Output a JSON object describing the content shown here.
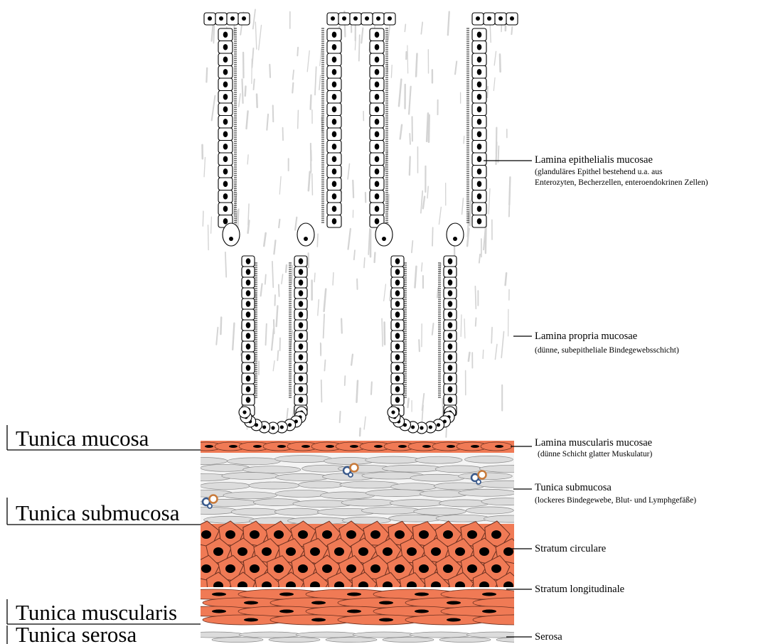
{
  "layers": {
    "mucosa": "Tunica mucosa",
    "submucosa": "Tunica submucosa",
    "muscularis": "Tunica muscularis",
    "serosa": "Tunica serosa"
  },
  "labels": {
    "lamina_epithelialis": {
      "title": "Lamina epithelialis mucosae",
      "desc_line1": "(glanduläres Epithel bestehend u.a. aus",
      "desc_line2": "Enterozyten, Becherzellen, enteroendokrinen Zellen)"
    },
    "lamina_propria": {
      "title": "Lamina propria mucosae",
      "desc": "(dünne, subepitheliale Bindegewebsschicht)"
    },
    "lamina_muscularis": {
      "title": "Lamina muscularis mucosae",
      "desc": "(dünne Schicht glatter Muskulatur)"
    },
    "tunica_submucosa": {
      "title": "Tunica submucosa",
      "desc": "(lockeres Bindegewebe, Blut- und Lymphgefäße)"
    },
    "stratum_circulare": "Stratum circulare",
    "stratum_longitudinale": "Stratum longitudinale",
    "serosa": "Serosa"
  },
  "colors": {
    "muscle": "#f07a55",
    "muscle_outline": "#6b3020",
    "nucleus": "#000000",
    "connective": "#dcdcdc",
    "fibers": "#d4d4d4",
    "artery": "#c87a3a",
    "lymph": "#3a5a8c"
  }
}
